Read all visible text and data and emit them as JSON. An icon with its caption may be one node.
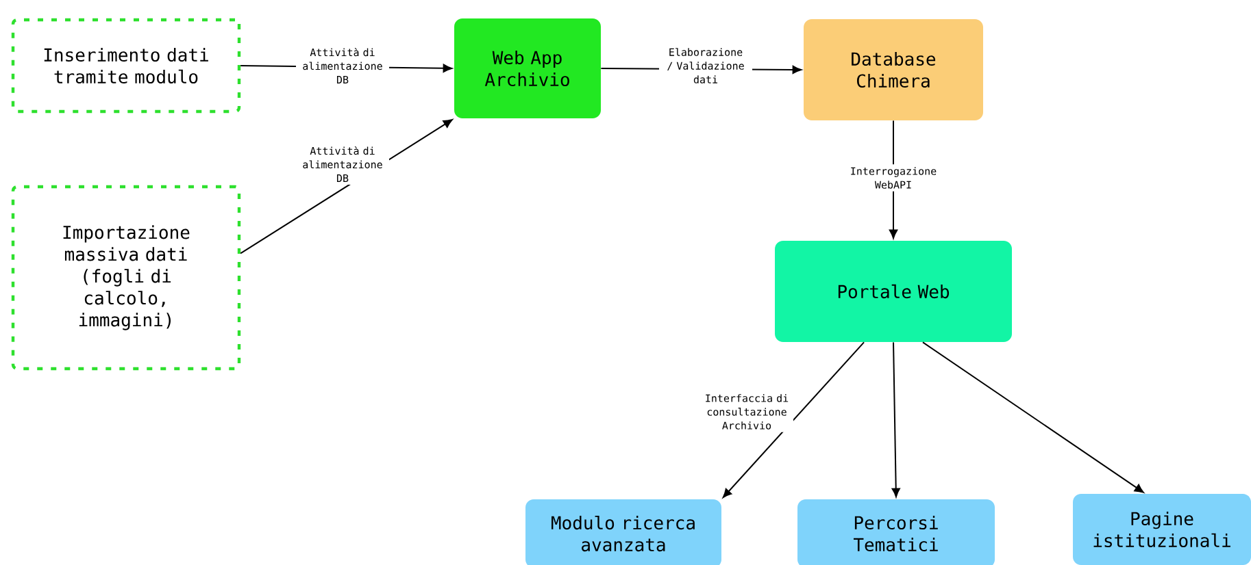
{
  "diagram": {
    "nodes": [
      {
        "text": [
          "Inserimento dati tramite modulo"
        ]
      },
      {
        "text": [
          "Importazione massiva dati (fogli di calcolo, immagini)"
        ]
      },
      {
        "text": [
          "Web App Archivio"
        ]
      },
      {
        "text": [
          "Database Chimera"
        ]
      },
      {
        "text": [
          "Portale Web"
        ]
      },
      {
        "text": [
          "Modulo ricerca avanzata"
        ]
      },
      {
        "text": [
          "Percorsi Tematici"
        ]
      },
      {
        "text": [
          "Pagine istituzionali"
        ]
      }
    ],
    "edges": [
      {
        "from": 0,
        "to": 2,
        "arrow": "to",
        "label": "Attività di alimentazione DB"
      },
      {
        "from": 1,
        "to": 2,
        "arrow": "to",
        "label": "Attività di alimentazione DB"
      },
      {
        "from": 2,
        "to": 3,
        "arrow": "to",
        "label": "Elaborazione / Validazione dati"
      },
      {
        "from": 3,
        "to": 4,
        "arrow": "to",
        "label": "Interrogazione WebAPI"
      },
      {
        "from": 4,
        "to": 5,
        "arrow": "to",
        "label": "Interfaccia di consultazione Archivio"
      },
      {
        "from": 4,
        "to": 6,
        "arrow": "to"
      },
      {
        "from": 4,
        "to": 7,
        "arrow": "to"
      }
    ]
  }
}
